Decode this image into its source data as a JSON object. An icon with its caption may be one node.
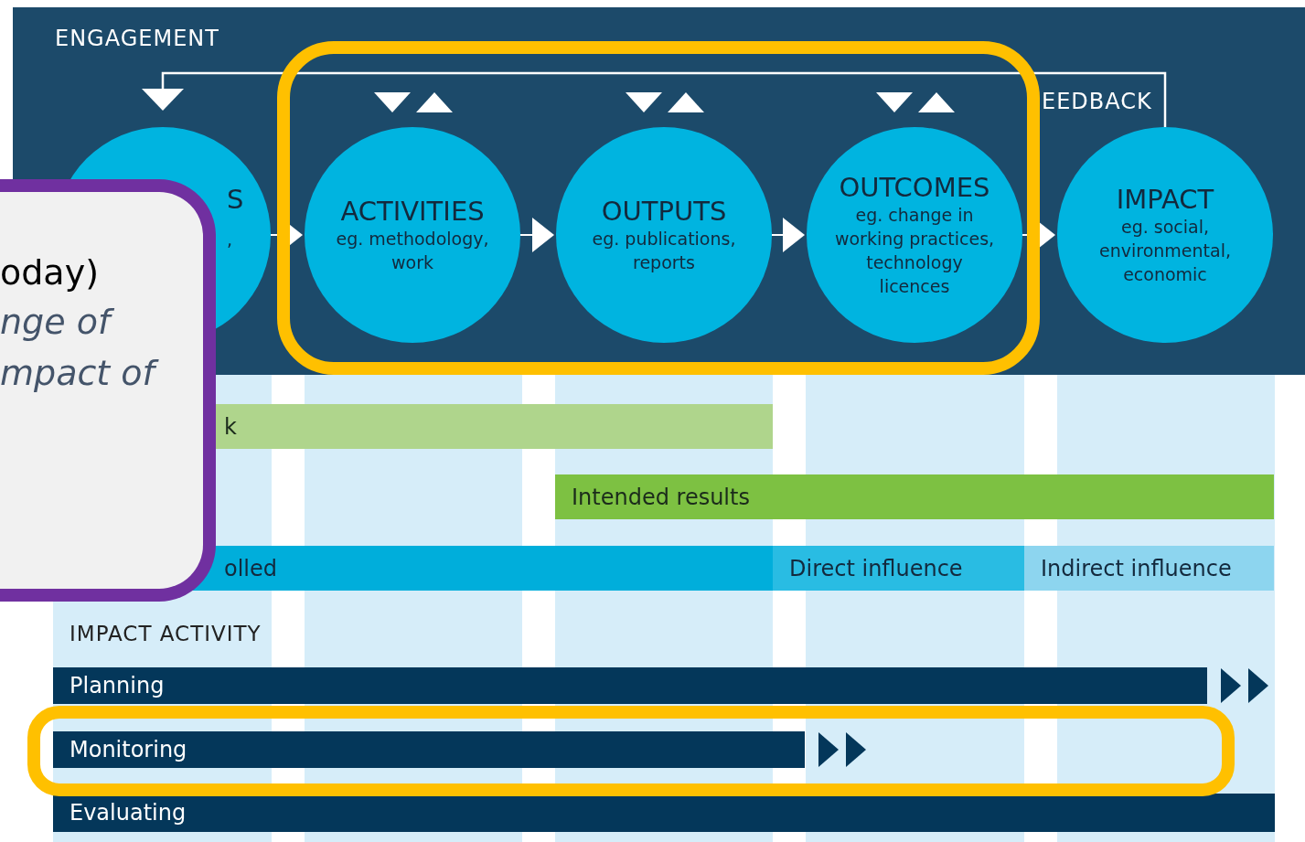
{
  "diagram": {
    "nodes": [
      {
        "text": [
          "ENGAGEMENT"
        ]
      },
      {
        "text": [
          "S",
          ","
        ],
        "in": 0
      },
      {
        "text": [
          "ACTIVITIES",
          "eg. methodology, work"
        ],
        "in": 0
      },
      {
        "text": [
          "OUTPUTS",
          "eg. publications, reports"
        ],
        "in": 0
      },
      {
        "text": [
          "OUTCOMES",
          "eg. change in working practices, technology licences"
        ],
        "in": 0
      },
      {
        "text": [
          "IMPACT",
          "eg. social, environmental, economic"
        ],
        "in": 0
      },
      {
        "text": [
          "oday)",
          "nge of mpact of"
        ]
      },
      {
        "text": [
          "k"
        ]
      },
      {
        "text": [
          "Intended results"
        ]
      },
      {
        "text": [
          "olled"
        ]
      },
      {
        "text": [
          "Direct influence"
        ]
      },
      {
        "text": [
          "Indirect influence"
        ]
      },
      {
        "text": [
          "Planning"
        ]
      },
      {
        "text": [
          "Monitoring"
        ]
      },
      {
        "text": [
          "Evaluating"
        ]
      }
    ],
    "edges": [
      {
        "from": 1,
        "to": 2,
        "arrow": "to"
      },
      {
        "from": 2,
        "to": 3,
        "arrow": "to"
      },
      {
        "from": 3,
        "to": 4,
        "arrow": "to"
      },
      {
        "from": 4,
        "to": 5,
        "arrow": "to"
      },
      {
        "from": 5,
        "to": 1,
        "arrow": "to",
        "label": "EEDBACK"
      }
    ],
    "labels": [
      "IMPACT ACTIVITY"
    ]
  }
}
